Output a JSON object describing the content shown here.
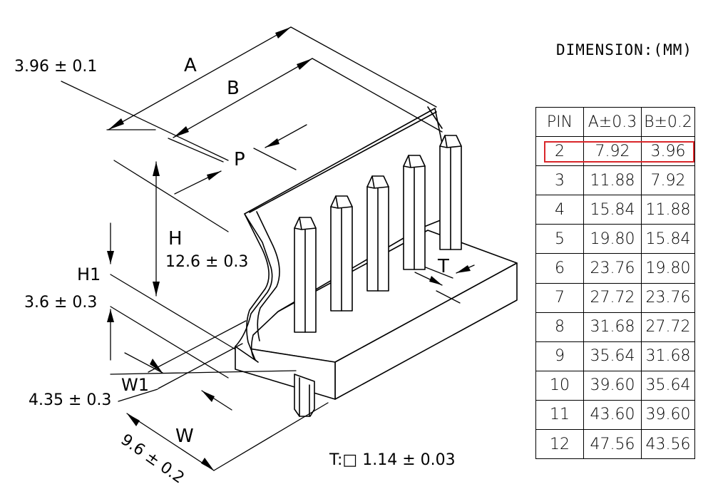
{
  "labels": {
    "pitch": "3.96 ± 0.1",
    "a": "A",
    "b": "B",
    "p": "P",
    "h": "H",
    "h_value": "12.6 ± 0.3",
    "h1": "H1",
    "h1_value": "3.6 ± 0.3",
    "w1": "W1",
    "w1_value": "4.35 ± 0.3",
    "w": "W",
    "w_value": "9.6 ± 0.2",
    "t": "T",
    "t_spec": "T:□ 1.14 ± 0.03"
  },
  "table": {
    "title": "DIMENSION:(MM)",
    "headers": [
      "PIN",
      "A±0.3",
      "B±0.2"
    ],
    "rows": [
      [
        "2",
        "7.92",
        "3.96"
      ],
      [
        "3",
        "11.88",
        "7.92"
      ],
      [
        "4",
        "15.84",
        "11.88"
      ],
      [
        "5",
        "19.80",
        "15.84"
      ],
      [
        "6",
        "23.76",
        "19.80"
      ],
      [
        "7",
        "27.72",
        "23.76"
      ],
      [
        "8",
        "31.68",
        "27.72"
      ],
      [
        "9",
        "35.64",
        "31.68"
      ],
      [
        "10",
        "39.60",
        "35.64"
      ],
      [
        "11",
        "43.60",
        "39.60"
      ],
      [
        "12",
        "47.56",
        "43.56"
      ]
    ],
    "highlight_color": "#d9262a",
    "highlighted_row": "2"
  }
}
